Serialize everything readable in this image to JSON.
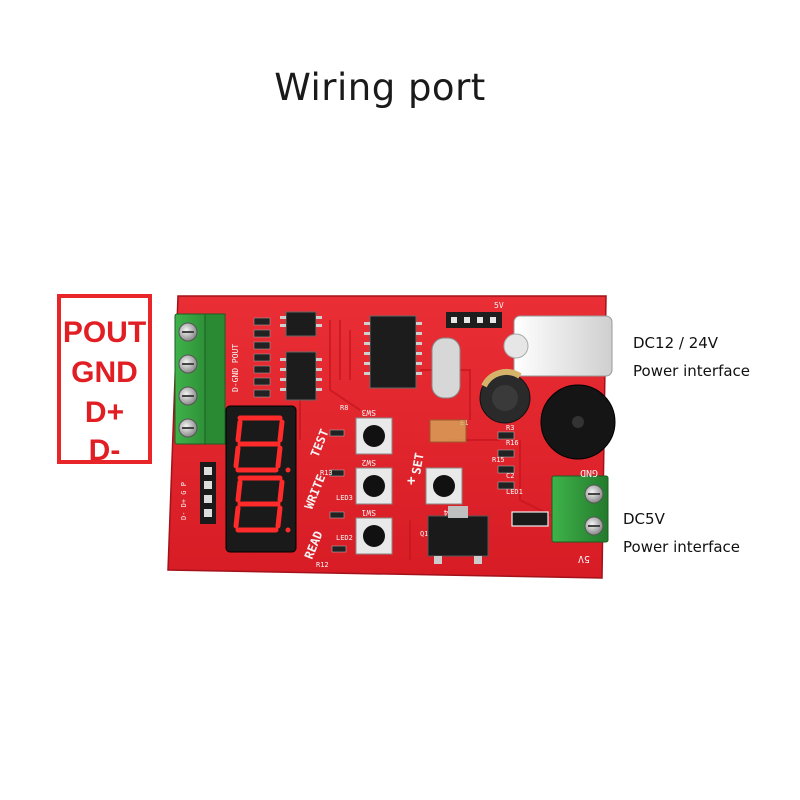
{
  "title": "Wiring port",
  "wiring_pins": [
    "POUT",
    "GND",
    "D+",
    "D-"
  ],
  "callouts": {
    "dc_high": {
      "voltage": "DC12 / 24V",
      "label": "Power interface"
    },
    "dc_low": {
      "voltage": "DC5V",
      "label": "Power interface"
    }
  },
  "board": {
    "buttons": [
      "READ",
      "WRITE",
      "TEST",
      "+",
      "SET"
    ],
    "power_terminal": [
      "GND",
      "5V"
    ],
    "terminal_header": "D-GND POUT",
    "side_header": "D- D+ G P",
    "top_marking": "5V",
    "switch_labels": [
      "SW3",
      "SW2",
      "SW1",
      "SW4"
    ],
    "component_labels": [
      "R8",
      "R13",
      "R12",
      "LED1",
      "LED2",
      "LED3",
      "R15",
      "R16",
      "R3",
      "C2",
      "E1",
      "Q1"
    ]
  },
  "colors": {
    "pcb": "#e3232c",
    "pcb_dark": "#b8141d",
    "terminal_green": "#2f9e3b",
    "highlight_red": "#e21e25",
    "display_red": "#ff2a2a"
  }
}
